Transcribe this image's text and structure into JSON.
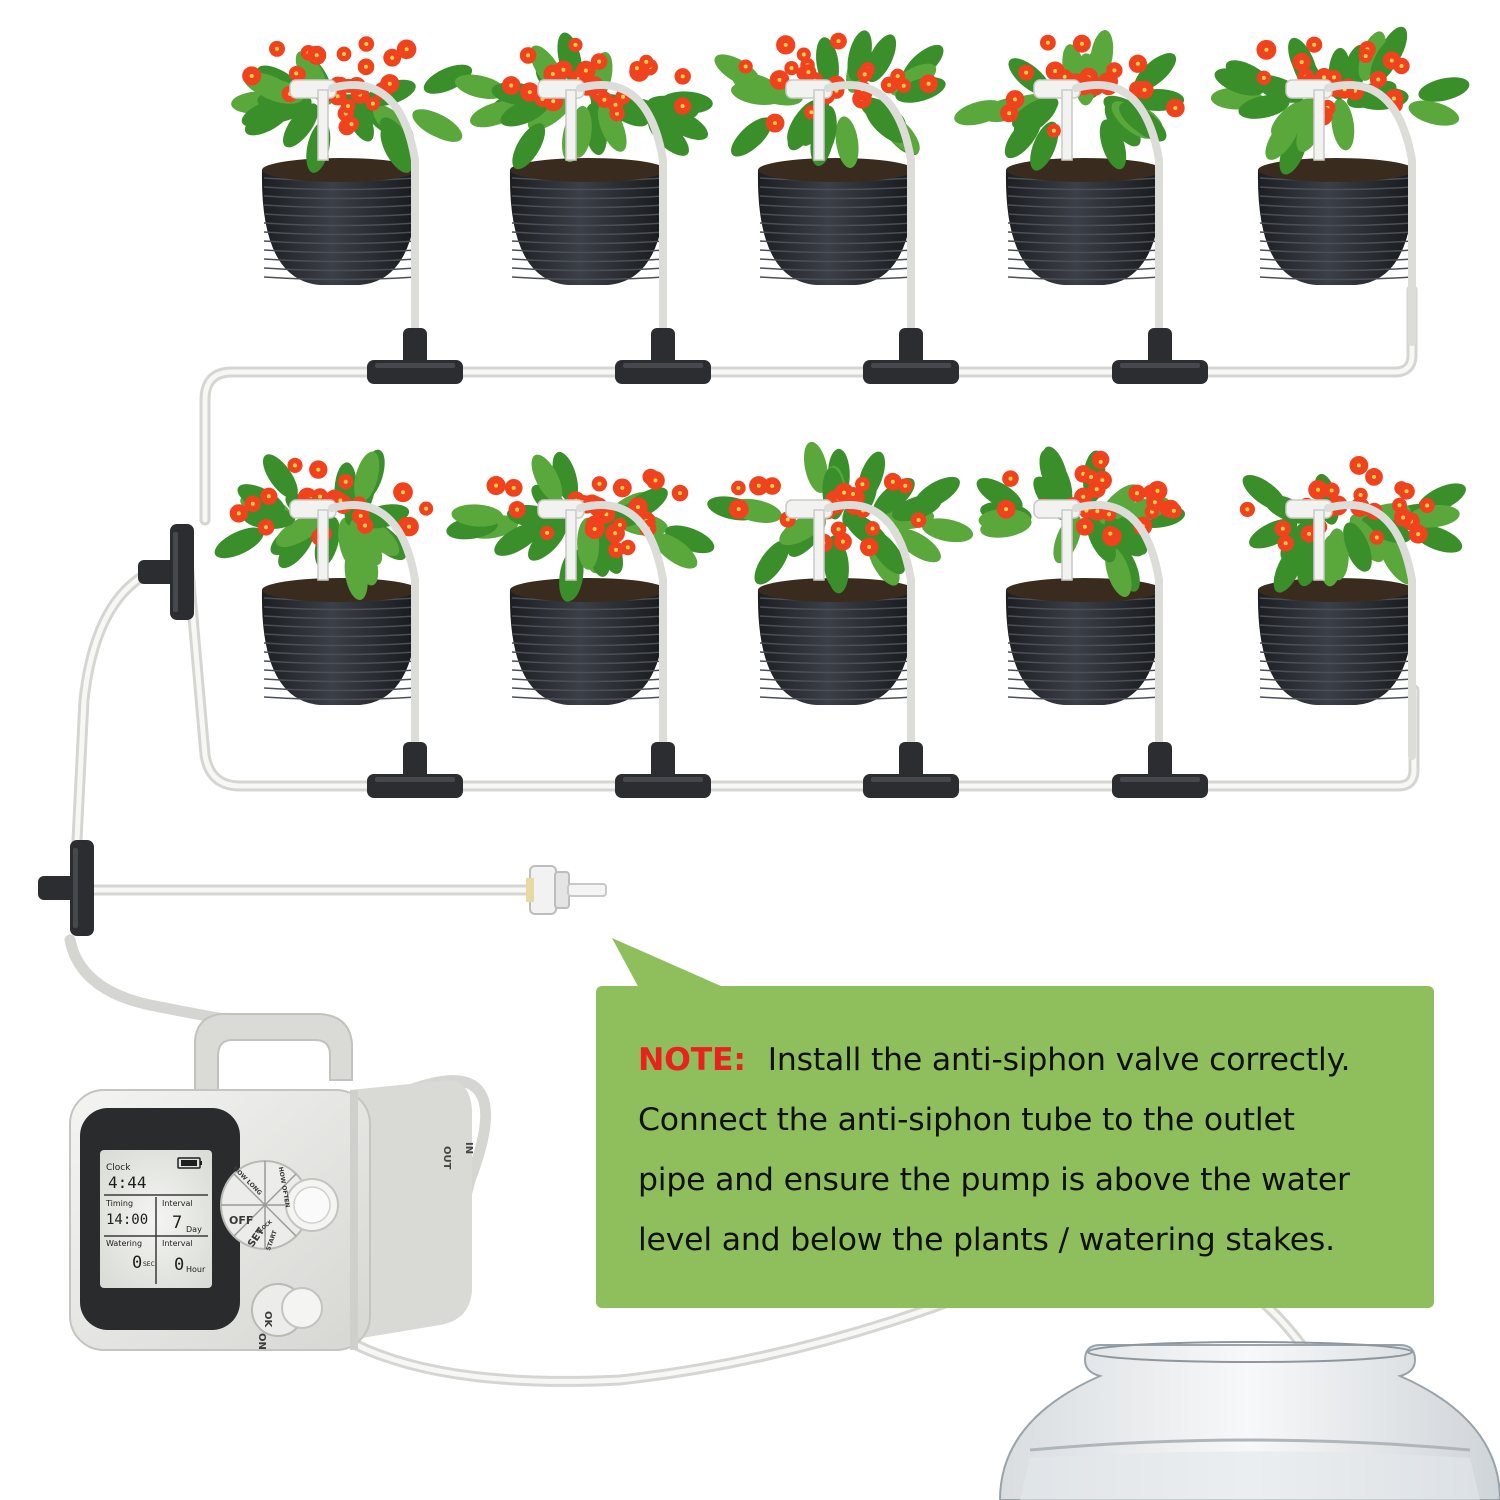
{
  "note": {
    "label": "NOTE:",
    "lines": [
      "Install the anti-siphon valve correctly.",
      "Connect the anti-siphon tube to the outlet",
      "pipe and ensure the pump is above the water",
      "level and below the plants / watering stakes."
    ]
  },
  "pump": {
    "display": {
      "clock_label": "Clock",
      "clock_value": "4:44",
      "timing_label": "Timing",
      "timing_value": "14:00",
      "interval_label": "Interval",
      "interval_days_value": "7",
      "interval_days_unit": "Day",
      "watering_label": "Watering",
      "watering_value": "0",
      "watering_unit": "SEC",
      "interval_hours_label": "Interval",
      "interval_hours_value": "0",
      "interval_hours_unit": "Hour"
    },
    "dial": {
      "off": "OFF",
      "set": "SET",
      "how_long": "HOW LONG",
      "how_often": "HOW OFTEN",
      "start": "START",
      "clock": "CLOCK"
    },
    "button": {
      "ok": "OK",
      "on": "ON"
    },
    "ports": {
      "out": "OUT",
      "in": "IN"
    }
  },
  "colors": {
    "note_bg": "#8fbf5c",
    "note_label": "#e8221d",
    "pot": "#2a2d33",
    "flower": "#f0421c",
    "leaf": "#3a8f2a",
    "tube": "#e9e9e6",
    "connector": "#2b2d30"
  }
}
